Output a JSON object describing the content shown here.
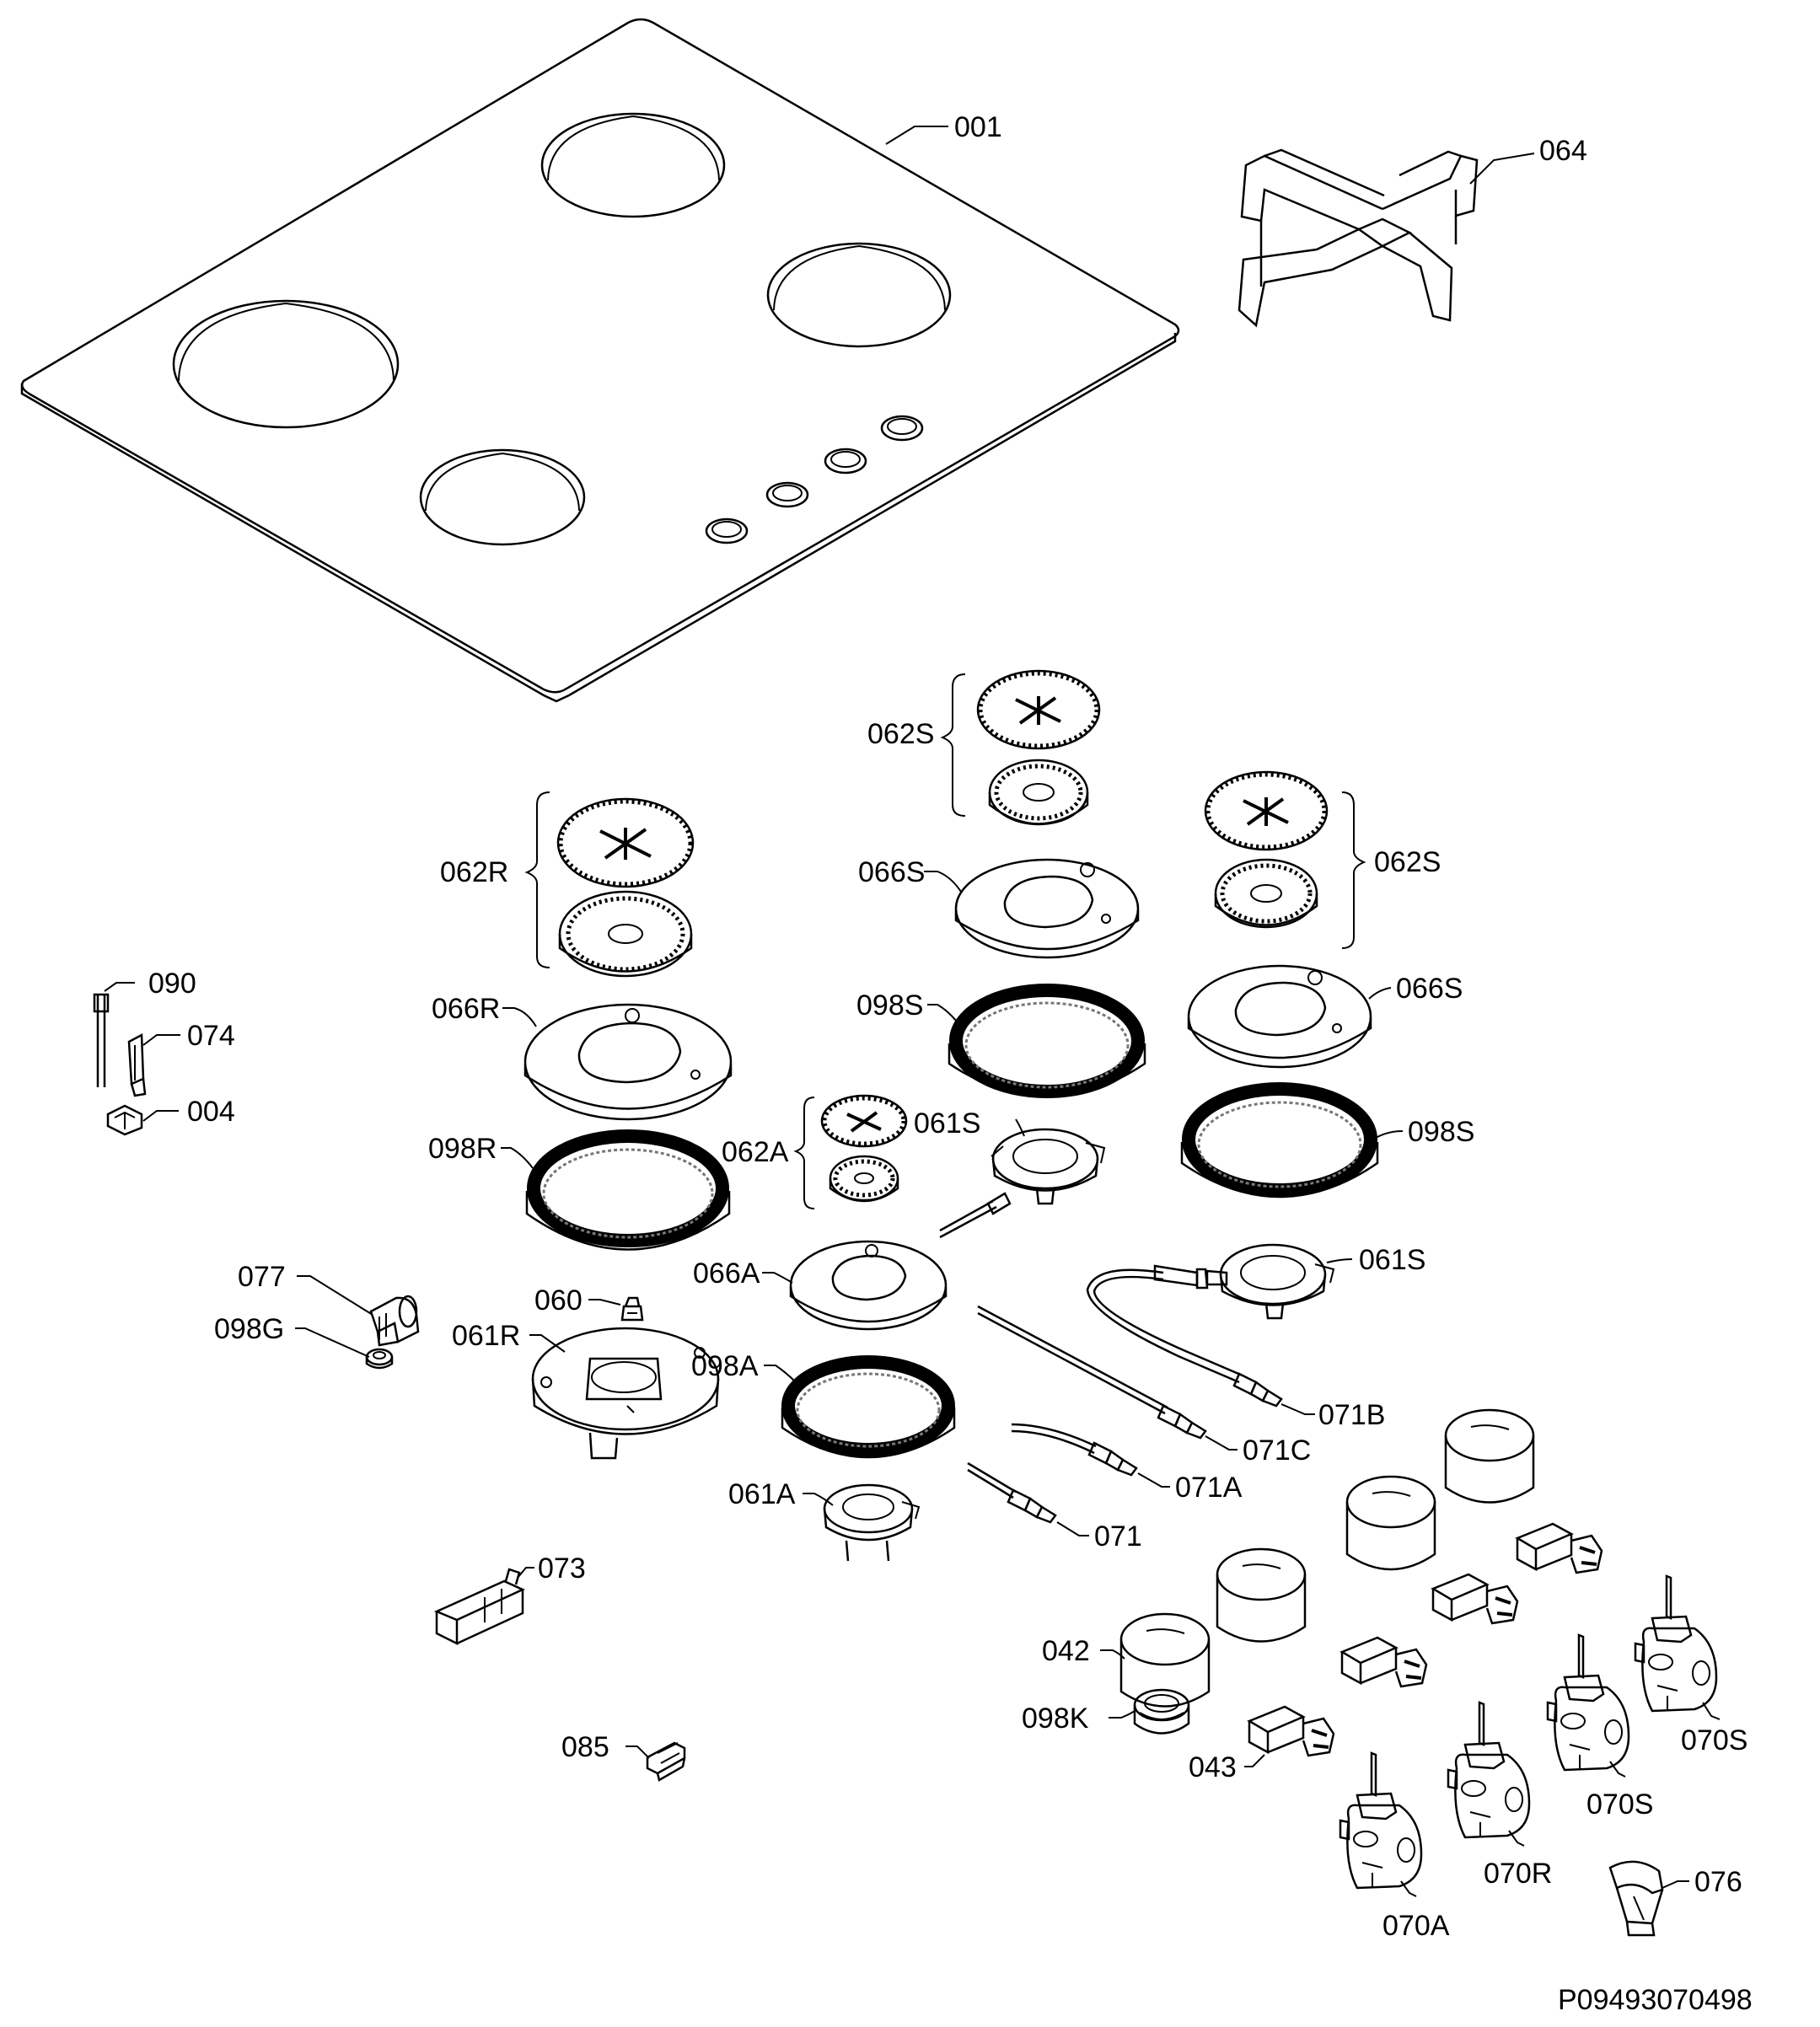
{
  "diagram_id": "P09493070498",
  "labels": {
    "l001": "001",
    "l064": "064",
    "l062S_top": "062S",
    "l062S_right": "062S",
    "l062R": "062R",
    "l066S_mid": "066S",
    "l066S_right": "066S",
    "l066R": "066R",
    "l090": "090",
    "l074": "074",
    "l004": "004",
    "l098S_mid": "098S",
    "l098S_right": "098S",
    "l098R": "098R",
    "l062A": "062A",
    "l061S_mid": "061S",
    "l061S_right": "061S",
    "l077": "077",
    "l098G": "098G",
    "l060": "060",
    "l066A": "066A",
    "l061R": "061R",
    "l098A": "098A",
    "l071B": "071B",
    "l071C": "071C",
    "l071A": "071A",
    "l061A": "061A",
    "l071": "071",
    "l073": "073",
    "l042": "042",
    "l070S_a": "070S",
    "l070S_b": "070S",
    "l098K": "098K",
    "l043": "043",
    "l070R": "070R",
    "l085": "085",
    "l076": "076",
    "l070A": "070A"
  }
}
